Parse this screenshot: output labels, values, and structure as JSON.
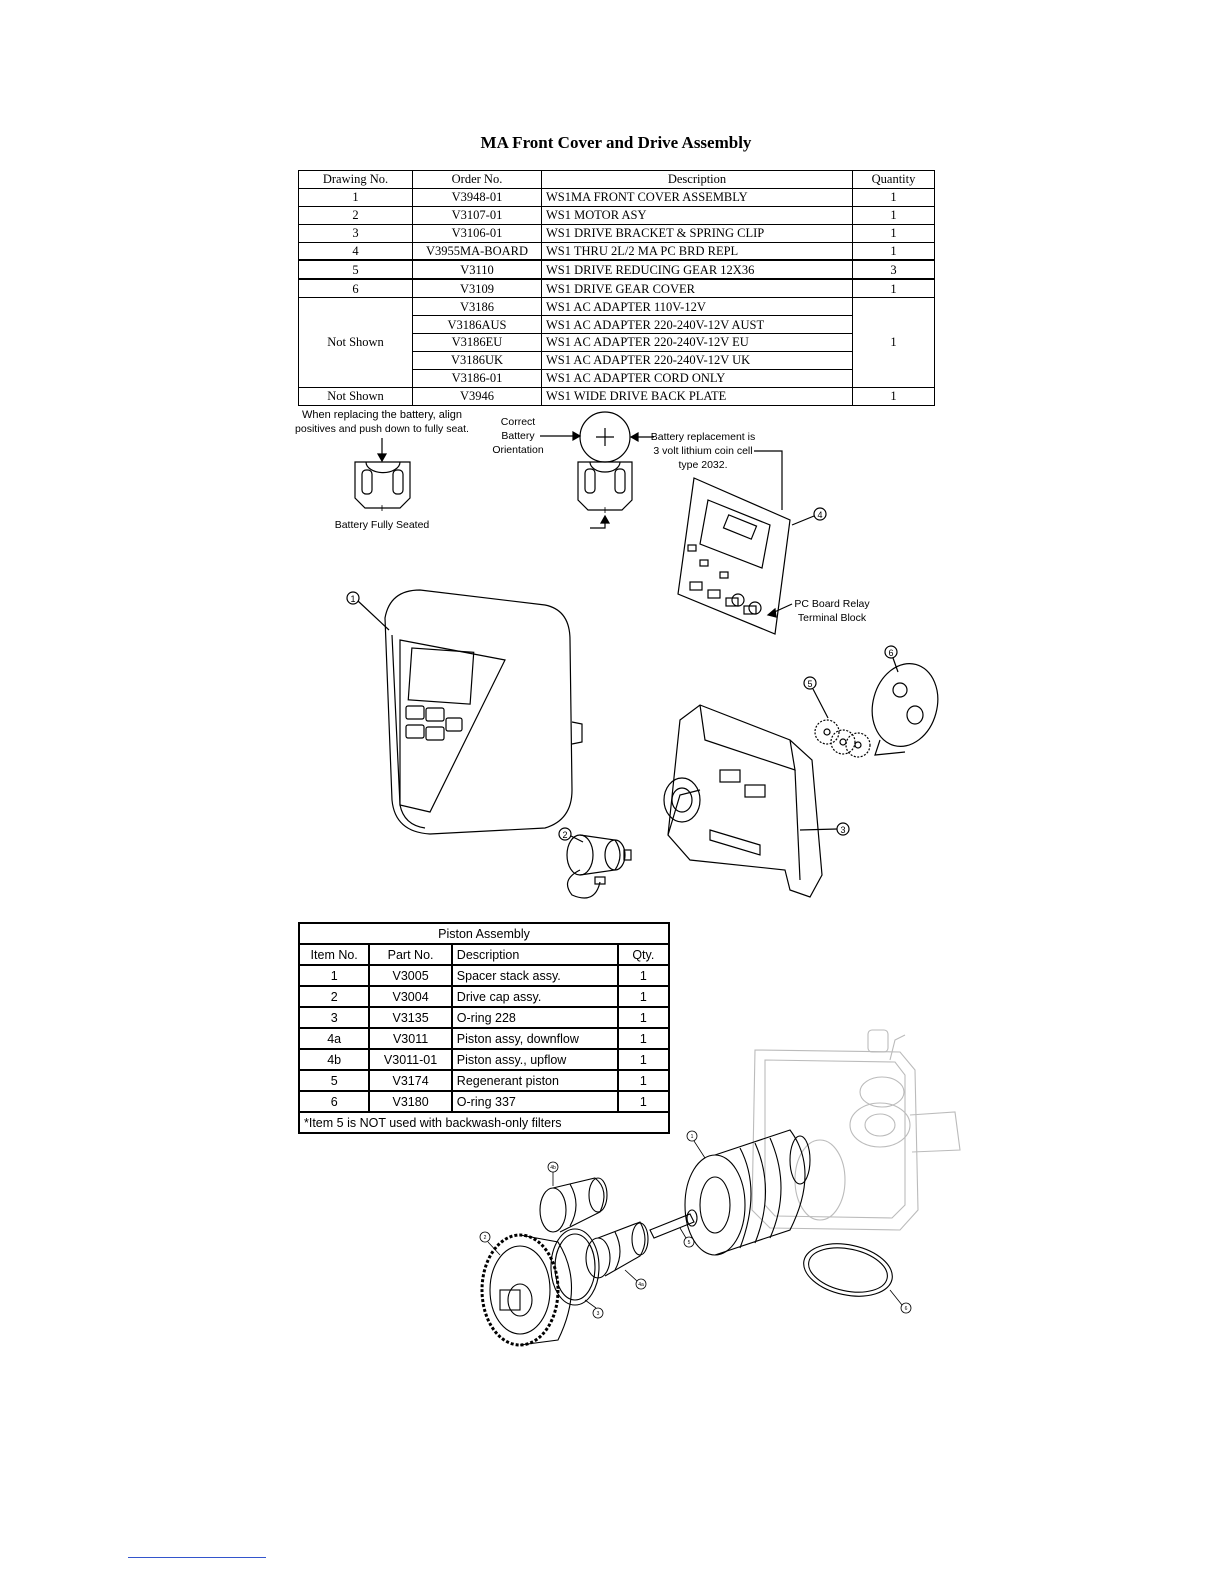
{
  "title": "MA Front Cover and Drive Assembly",
  "parts_table": {
    "headers": [
      "Drawing No.",
      "Order No.",
      "Description",
      "Quantity"
    ],
    "rows": [
      {
        "drawing": "1",
        "order": "V3948-01",
        "desc": "WS1MA FRONT COVER ASSEMBLY",
        "qty": "1"
      },
      {
        "drawing": "2",
        "order": "V3107-01",
        "desc": "WS1 MOTOR ASY",
        "qty": "1"
      },
      {
        "drawing": "3",
        "order": "V3106-01",
        "desc": "WS1 DRIVE BRACKET & SPRING CLIP",
        "qty": "1"
      },
      {
        "drawing": "4",
        "order": "V3955MA-BOARD",
        "desc": "WS1 THRU 2L/2 MA PC BRD REPL",
        "qty": "1"
      },
      {
        "drawing": "5",
        "order": "V3110",
        "desc": "WS1 DRIVE REDUCING GEAR 12X36",
        "qty": "3"
      },
      {
        "drawing": "6",
        "order": "V3109",
        "desc": "WS1 DRIVE GEAR COVER",
        "qty": "1"
      }
    ],
    "not_shown_group": {
      "drawing": "Not Shown",
      "qty": "1",
      "rows": [
        {
          "order": "V3186",
          "desc": "WS1 AC ADAPTER 110V-12V"
        },
        {
          "order": "V3186AUS",
          "desc": "WS1 AC ADAPTER 220-240V-12V AUST"
        },
        {
          "order": "V3186EU",
          "desc": "WS1 AC ADAPTER 220-240V-12V EU"
        },
        {
          "order": "V3186UK",
          "desc": "WS1 AC ADAPTER 220-240V-12V UK"
        },
        {
          "order": "V3186-01",
          "desc": "WS1 AC ADAPTER CORD ONLY"
        }
      ]
    },
    "last_row": {
      "drawing": "Not Shown",
      "order": "V3946",
      "desc": "WS1 WIDE DRIVE BACK PLATE",
      "qty": "1"
    }
  },
  "battery_notes": {
    "align_line1": "When replacing the battery, align",
    "align_line2": "positives and push down to fully seat.",
    "fully_seated": "Battery Fully Seated",
    "correct_line1": "Correct",
    "correct_line2": "Battery",
    "correct_line3": "Orientation",
    "replacement_line1": "Battery replacement is",
    "replacement_line2": "3 volt lithium coin cell",
    "replacement_line3": "type 2032.",
    "relay_line1": "PC Board Relay",
    "relay_line2": "Terminal Block",
    "plus": "+"
  },
  "callouts": [
    "1",
    "2",
    "3",
    "4",
    "5",
    "6"
  ],
  "piston_callouts": [
    "1",
    "2",
    "3",
    "4a",
    "4b",
    "5",
    "6"
  ],
  "piston_table": {
    "title": "Piston Assembly",
    "headers": [
      "Item No.",
      "Part No.",
      "Description",
      "Qty."
    ],
    "rows": [
      {
        "item": "1",
        "part": "V3005",
        "desc": "Spacer stack assy.",
        "qty": "1"
      },
      {
        "item": "2",
        "part": "V3004",
        "desc": "Drive cap assy.",
        "qty": "1"
      },
      {
        "item": "3",
        "part": "V3135",
        "desc": "O-ring 228",
        "qty": "1"
      },
      {
        "item": "4a",
        "part": "V3011",
        "desc": "Piston assy, downflow",
        "qty": "1"
      },
      {
        "item": "4b",
        "part": "V3011-01",
        "desc": "Piston assy., upflow",
        "qty": "1"
      },
      {
        "item": "5",
        "part": "V3174",
        "desc": "Regenerant piston",
        "qty": "1"
      },
      {
        "item": "6",
        "part": "V3180",
        "desc": "O-ring 337",
        "qty": "1"
      }
    ],
    "footnote": "*Item 5 is NOT used with backwash-only filters"
  }
}
